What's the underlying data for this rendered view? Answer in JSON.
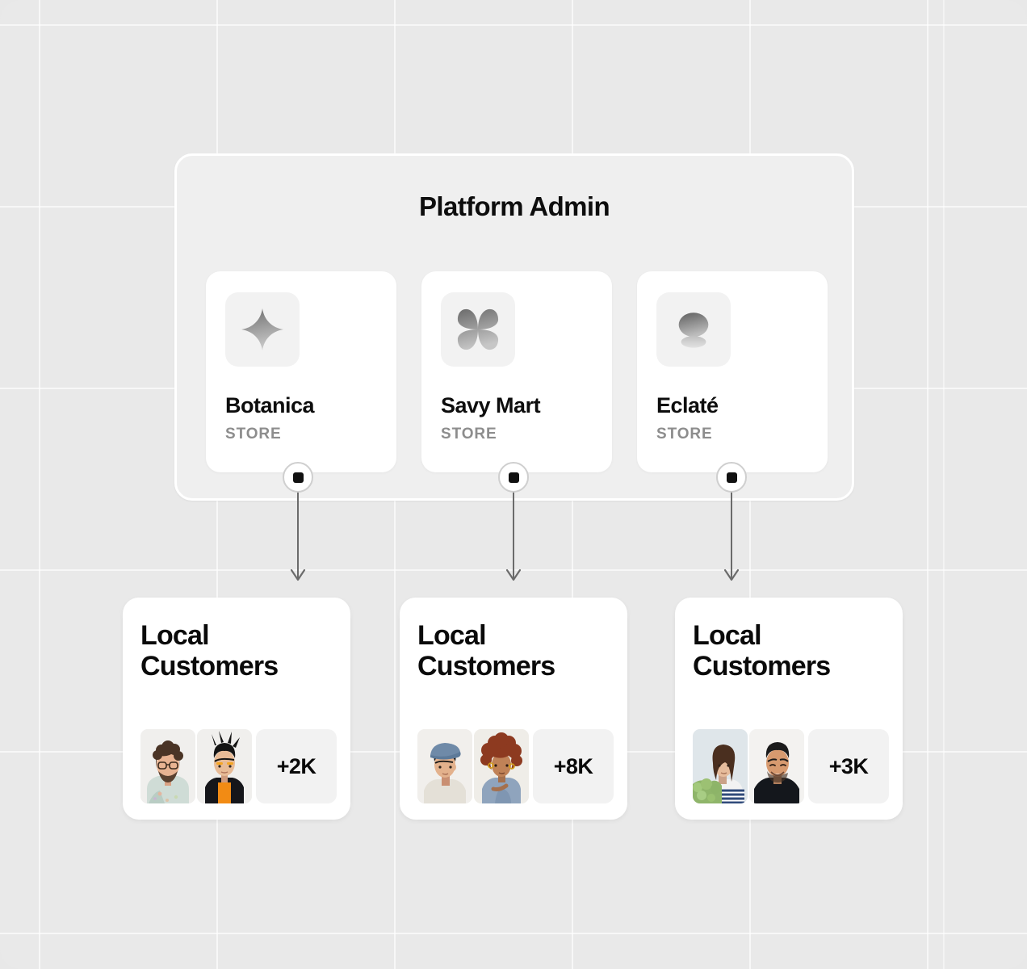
{
  "colors": {
    "canvas_bg": "#e9e9e9",
    "panel_bg": "#efefef",
    "card_bg": "#ffffff",
    "chip_bg": "#f2f2f2",
    "text_primary": "#0a0a0a",
    "text_muted": "#8d8d8d",
    "connector_line": "#6b6b6b",
    "grid_line": "#ffffff"
  },
  "admin": {
    "title": "Platform Admin",
    "stores": [
      {
        "name": "Botanica",
        "kind": "STORE",
        "logo_icon": "four-point-star-icon"
      },
      {
        "name": "Savy Mart",
        "kind": "STORE",
        "logo_icon": "clover-icon"
      },
      {
        "name": "Eclaté",
        "kind": "STORE",
        "logo_icon": "person-bust-icon"
      }
    ]
  },
  "connectors": [
    {
      "icon": "square-node-icon"
    },
    {
      "icon": "square-node-icon"
    },
    {
      "icon": "square-node-icon"
    }
  ],
  "customers": [
    {
      "title": "Local\nCustomers",
      "more_label": "+2K",
      "avatars": [
        {
          "alt": "customer-avatar-curly-hair-glasses"
        },
        {
          "alt": "customer-avatar-orange-top"
        }
      ]
    },
    {
      "title": "Local\nCustomers",
      "more_label": "+8K",
      "avatars": [
        {
          "alt": "customer-avatar-blue-cap"
        },
        {
          "alt": "customer-avatar-red-curls-denim"
        }
      ]
    },
    {
      "title": "Local\nCustomers",
      "more_label": "+3K",
      "avatars": [
        {
          "alt": "customer-avatar-striped-shirt-plants"
        },
        {
          "alt": "customer-avatar-smiling-black-tee"
        }
      ]
    }
  ]
}
